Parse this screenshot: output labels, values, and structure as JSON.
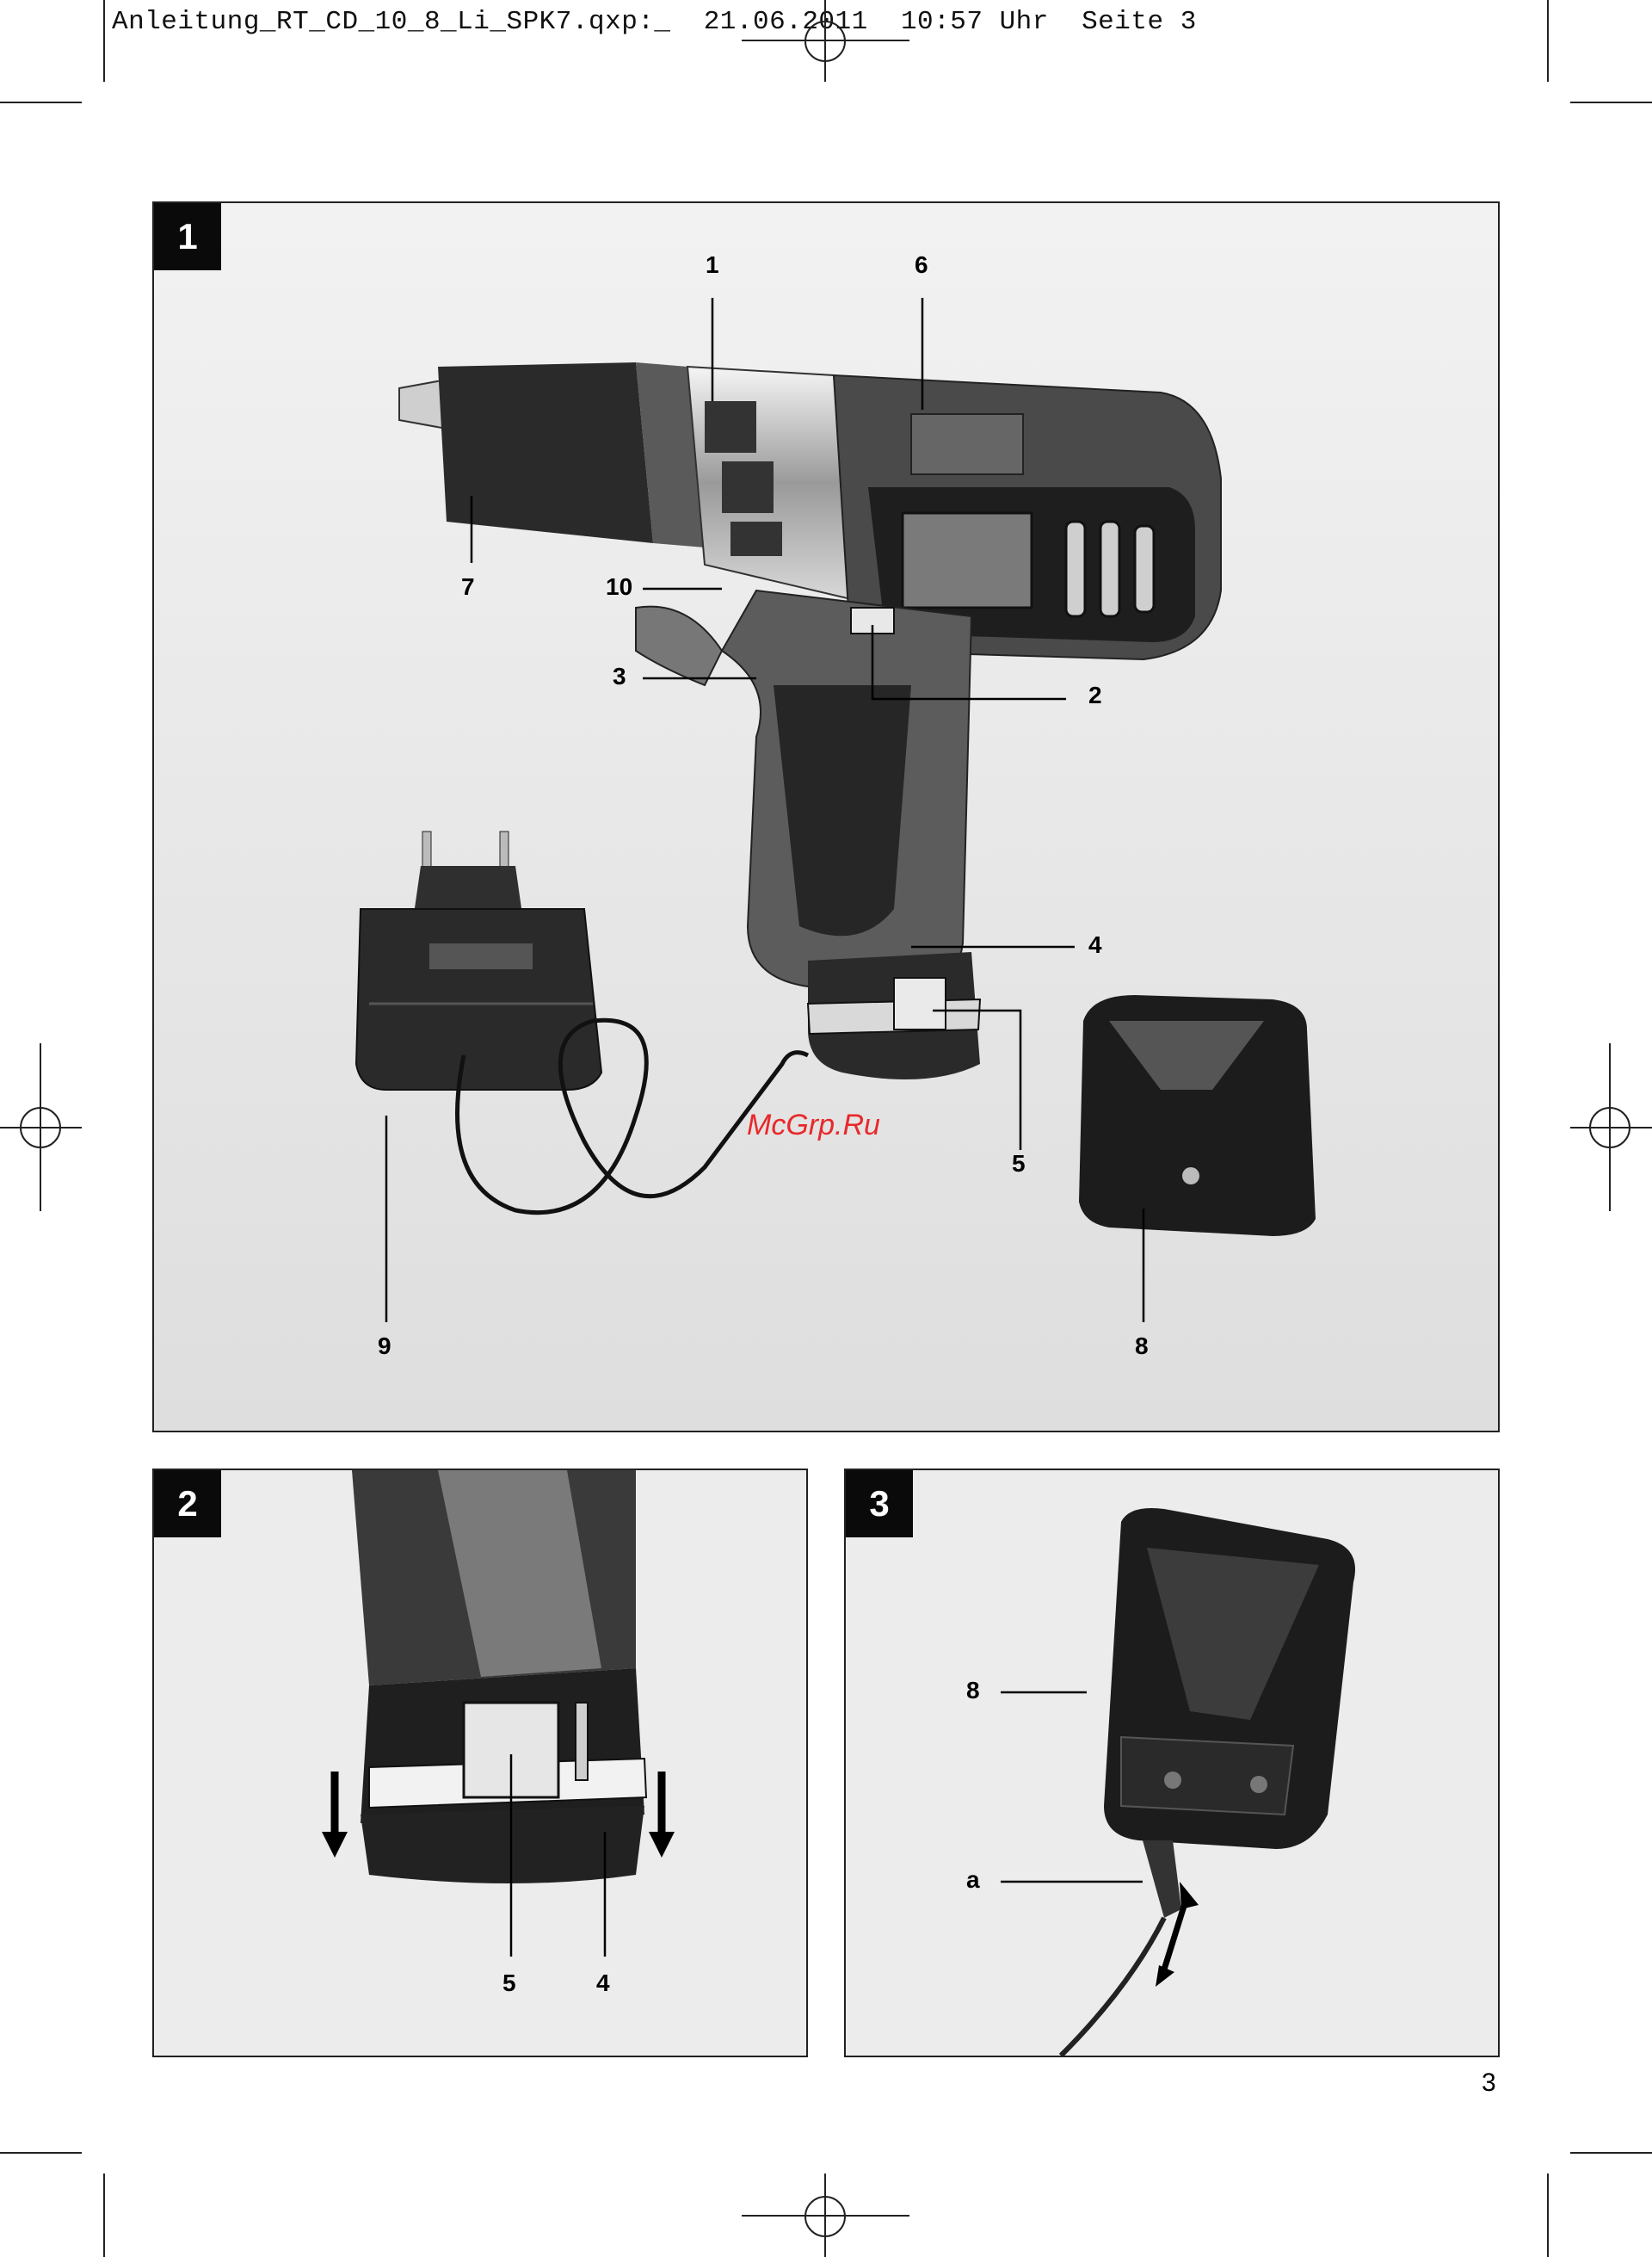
{
  "header": {
    "slug": "Anleitung_RT_CD_10_8_Li_SPK7.qxp:_  21.06.2011  10:57 Uhr  Seite 3"
  },
  "figure1": {
    "number": "1",
    "callouts": [
      "1",
      "6",
      "7",
      "10",
      "3",
      "2",
      "4",
      "5",
      "9",
      "8"
    ]
  },
  "figure2": {
    "number": "2",
    "callouts": [
      "5",
      "4"
    ]
  },
  "figure3": {
    "number": "3",
    "callouts": [
      "8",
      "a"
    ]
  },
  "watermark": "McGrp.Ru",
  "page_number": "3"
}
